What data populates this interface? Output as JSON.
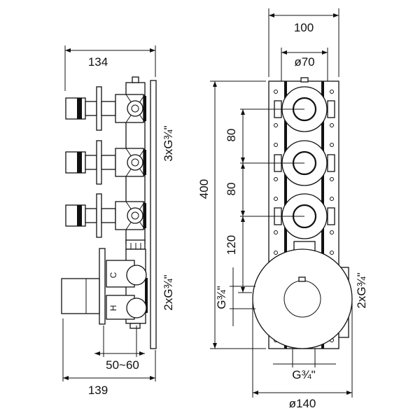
{
  "side_view": {
    "dim_width_top": "134",
    "dim_width_bottom": "139",
    "dim_depth_range": "50~60",
    "outlets_label": "3xG¾\"",
    "inlets_label": "2xG¾\"",
    "cold_mark": "C",
    "hot_mark": "H"
  },
  "front_view": {
    "dim_plate_width": "100",
    "dim_valve_diameter": "ø70",
    "dim_height": "400",
    "dim_spacing_1": "80",
    "dim_spacing_2": "80",
    "dim_spacing_3": "120",
    "left_port_label": "G¾\"",
    "right_ports_label": "2xG¾\"",
    "bottom_port_label": "G¾\"",
    "dim_rosette_diameter": "ø140"
  },
  "colors": {
    "line": "#111111",
    "background": "#ffffff"
  }
}
